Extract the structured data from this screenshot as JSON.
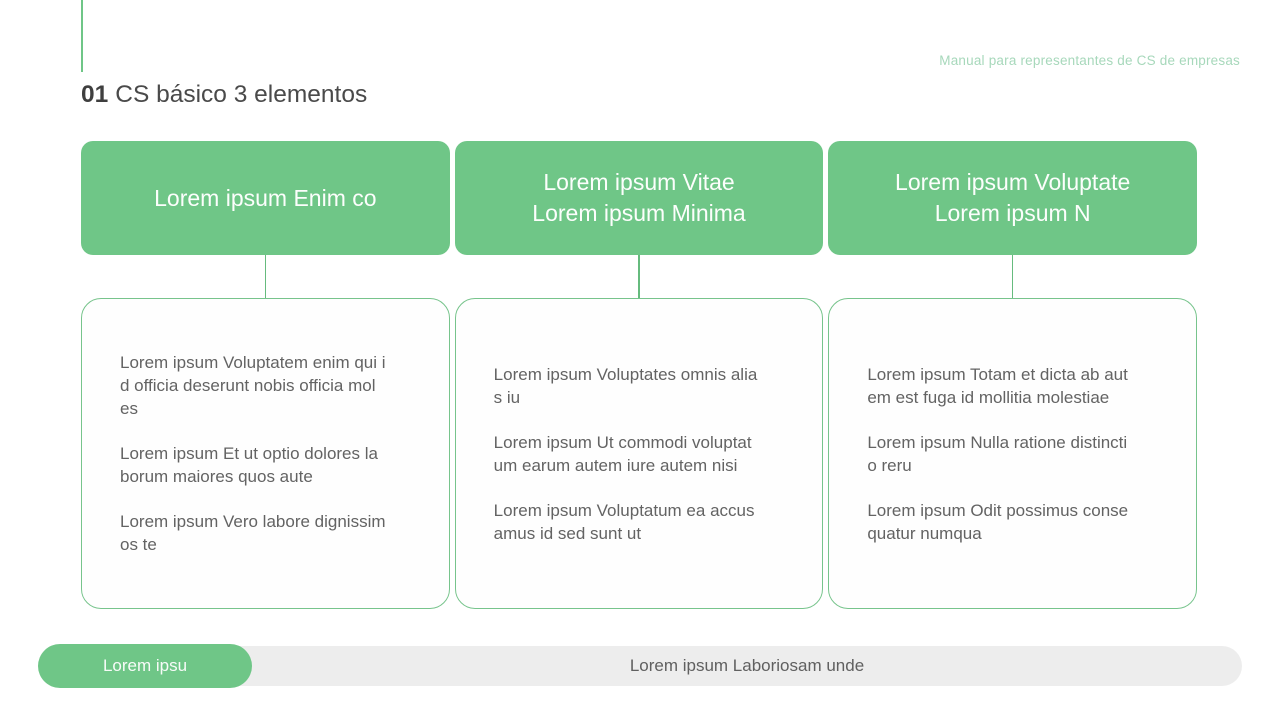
{
  "meta": {
    "eyebrow": "Manual para representantes de CS de empresas"
  },
  "title": {
    "number": "01",
    "text": "CS básico 3 elementos"
  },
  "columns": [
    {
      "header": "Lorem ipsum Enim co",
      "items": [
        "Lorem ipsum Voluptatem enim qui i\nd officia deserunt nobis officia mol\nes",
        "Lorem ipsum Et ut optio dolores la\nborum maiores quos aute",
        "Lorem ipsum Vero labore dignissim\nos te"
      ]
    },
    {
      "header": "Lorem ipsum Vitae\nLorem ipsum Minima",
      "items": [
        "Lorem ipsum Voluptates omnis alia\ns iu",
        "Lorem ipsum Ut commodi voluptat\num earum autem iure autem nisi",
        "Lorem ipsum Voluptatum ea accus\namus id sed sunt ut"
      ]
    },
    {
      "header": "Lorem ipsum Voluptate\nLorem ipsum N",
      "items": [
        "Lorem ipsum Totam et dicta ab aut\nem est fuga id mollitia molestiae",
        "Lorem ipsum Nulla ratione distincti\no reru",
        "Lorem ipsum Odit possimus conse\nquatur numqua"
      ]
    }
  ],
  "footer": {
    "pill": "Lorem ipsu",
    "bar": "Lorem ipsum Laboriosam unde"
  },
  "colors": {
    "green": "#6FC687",
    "green_line": "#66BB7E",
    "eyebrow_green": "#A7D8BB",
    "bar_gray": "#EDEDED"
  }
}
